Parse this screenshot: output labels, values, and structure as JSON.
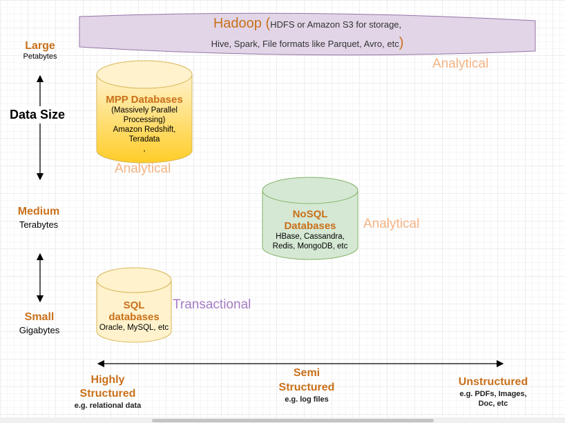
{
  "hadoop": {
    "title": "Hadoop (",
    "line1": "HDFS or Amazon S3 for storage,",
    "line2": "Hive, Spark, File formats like Parquet, Avro, etc",
    "close_paren": ")"
  },
  "y_axis": {
    "large": "Large",
    "large_unit": "Petabytes",
    "label": "Data Size",
    "medium": "Medium",
    "medium_unit": "Terabytes",
    "small": "Small",
    "small_unit": "Gigabytes"
  },
  "mpp": {
    "title": "MPP Databases",
    "sub1": "(Massively Parallel",
    "sub2": "Processing)",
    "sub3": "Amazon Redshift,",
    "sub4": "Teradata",
    "sub5": ","
  },
  "nosql": {
    "title1": "NoSQL",
    "title2": "Databases",
    "sub1": "HBase, Cassandra,",
    "sub2": "Redis, MongoDB, etc"
  },
  "sql": {
    "title1": "SQL",
    "title2": "databases",
    "sub1": "Oracle, MySQL, etc"
  },
  "tags": {
    "analytical_top": "Analytical",
    "analytical_mpp": "Analytical",
    "analytical_nosql": "Analytical",
    "transactional": "Transactional"
  },
  "x_axis": {
    "highly1": "Highly",
    "highly2": "Structured",
    "highly_sub": "e.g. relational data",
    "semi1": "Semi",
    "semi2": "Structured",
    "semi_sub": "e.g. log files",
    "un": "Unstructured",
    "un_sub1": "e.g. PDFs, Images,",
    "un_sub2": "Doc, etc"
  },
  "colors": {
    "accent_orange": "#c9701a",
    "analytical_tag": "#f5b383",
    "transactional_tag": "#a57bc4",
    "hadoop_fill": "#e1d5e7",
    "hadoop_stroke": "#9673a6",
    "mpp_fill": "#ffcd28",
    "nosql_fill": "#d5e8d4",
    "nosql_stroke": "#82b366",
    "sql_fill": "#fff2cc",
    "sql_stroke": "#d6b656"
  }
}
